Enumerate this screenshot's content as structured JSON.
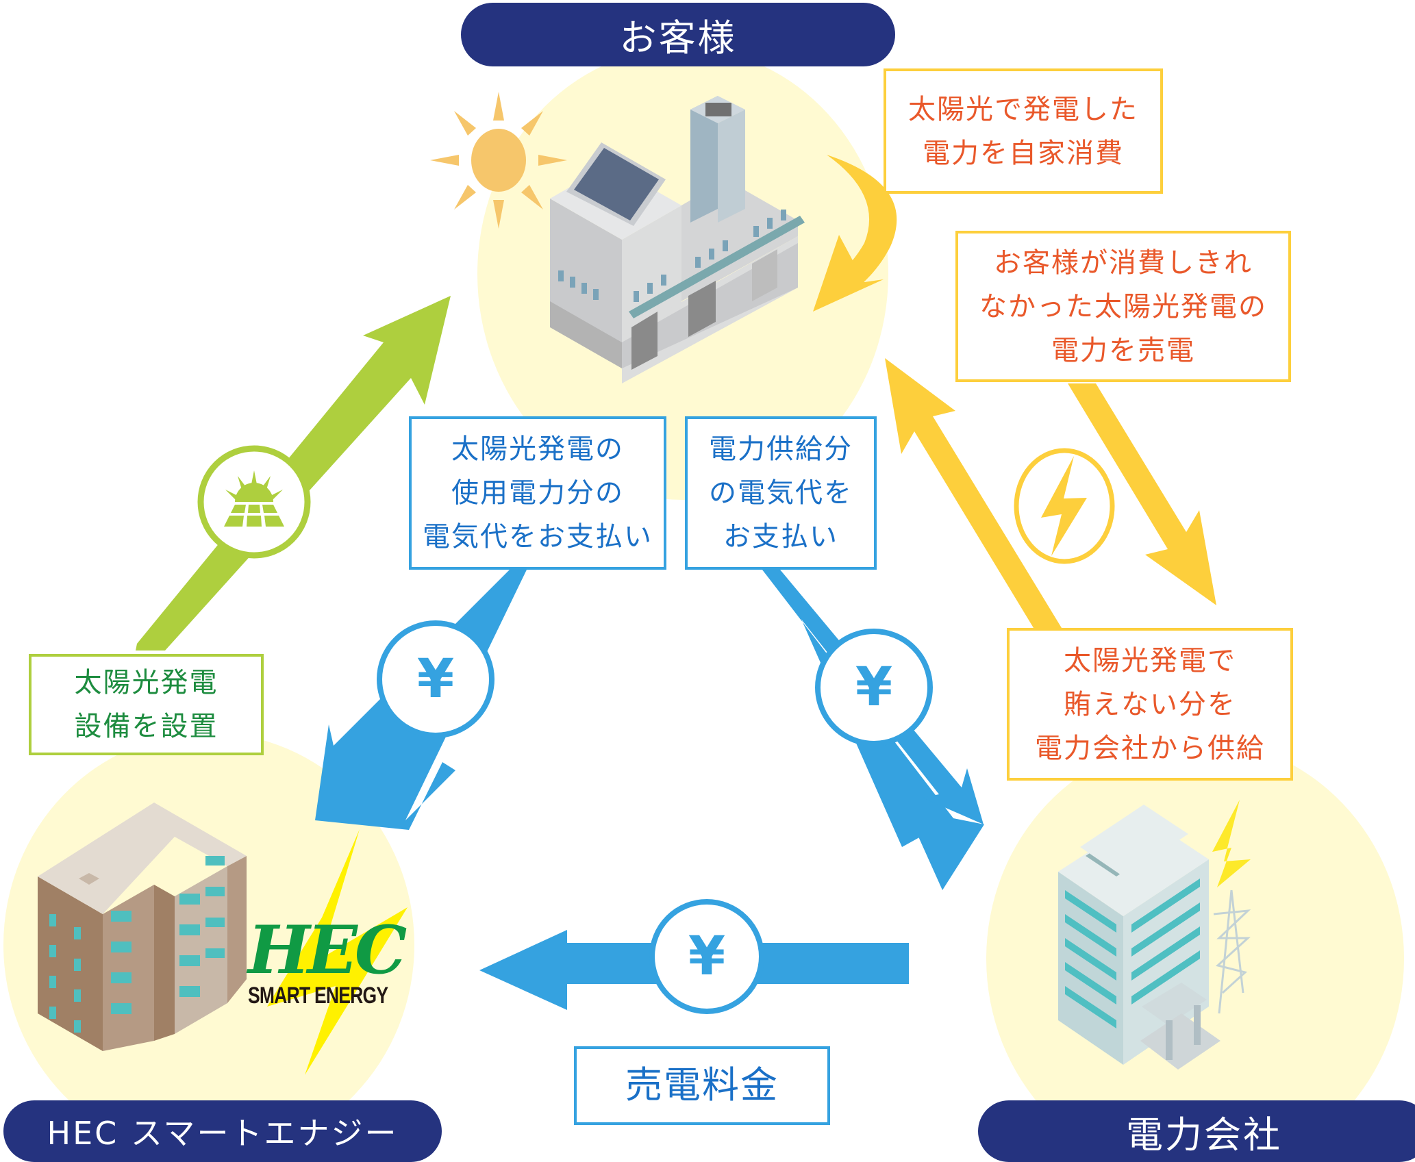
{
  "nodes": {
    "customer": {
      "label": "お客様"
    },
    "hec": {
      "label": "HEC スマートエナジー"
    },
    "power_company": {
      "label": "電力会社"
    }
  },
  "logo": {
    "brand": "HEC",
    "sub": "SMART ENERGY"
  },
  "callouts": {
    "self_consumption": {
      "lines": [
        "太陽光で発電した",
        "電力を自家消費"
      ]
    },
    "surplus_sale": {
      "lines": [
        "お客様が消費しきれ",
        "なかった太陽光発電の",
        "電力を売電"
      ]
    },
    "grid_supply": {
      "lines": [
        "太陽光発電で",
        "賄えない分を",
        "電力会社から供給"
      ]
    },
    "install": {
      "lines": [
        "太陽光発電",
        "設備を設置"
      ]
    },
    "pay_solar": {
      "lines": [
        "太陽光発電の",
        "使用電力分の",
        "電気代をお支払い"
      ]
    },
    "pay_grid": {
      "lines": [
        "電力供給分",
        "の電気代を",
        "お支払い"
      ]
    },
    "sale_fee": {
      "lines": [
        "売電料金"
      ]
    }
  },
  "icons": {
    "yen": "¥",
    "lightning": "lightning-icon",
    "solar_panel": "solar-panel-icon",
    "sun": "sun-icon"
  },
  "colors": {
    "navy": "#25337f",
    "orange_text": "#e9582a",
    "yellow": "#fdcf3c",
    "blue": "#35a2e0",
    "blue_text": "#1a70c7",
    "green": "#aecf3e",
    "green_text": "#1d8c3f",
    "halo": "#fffad2"
  }
}
